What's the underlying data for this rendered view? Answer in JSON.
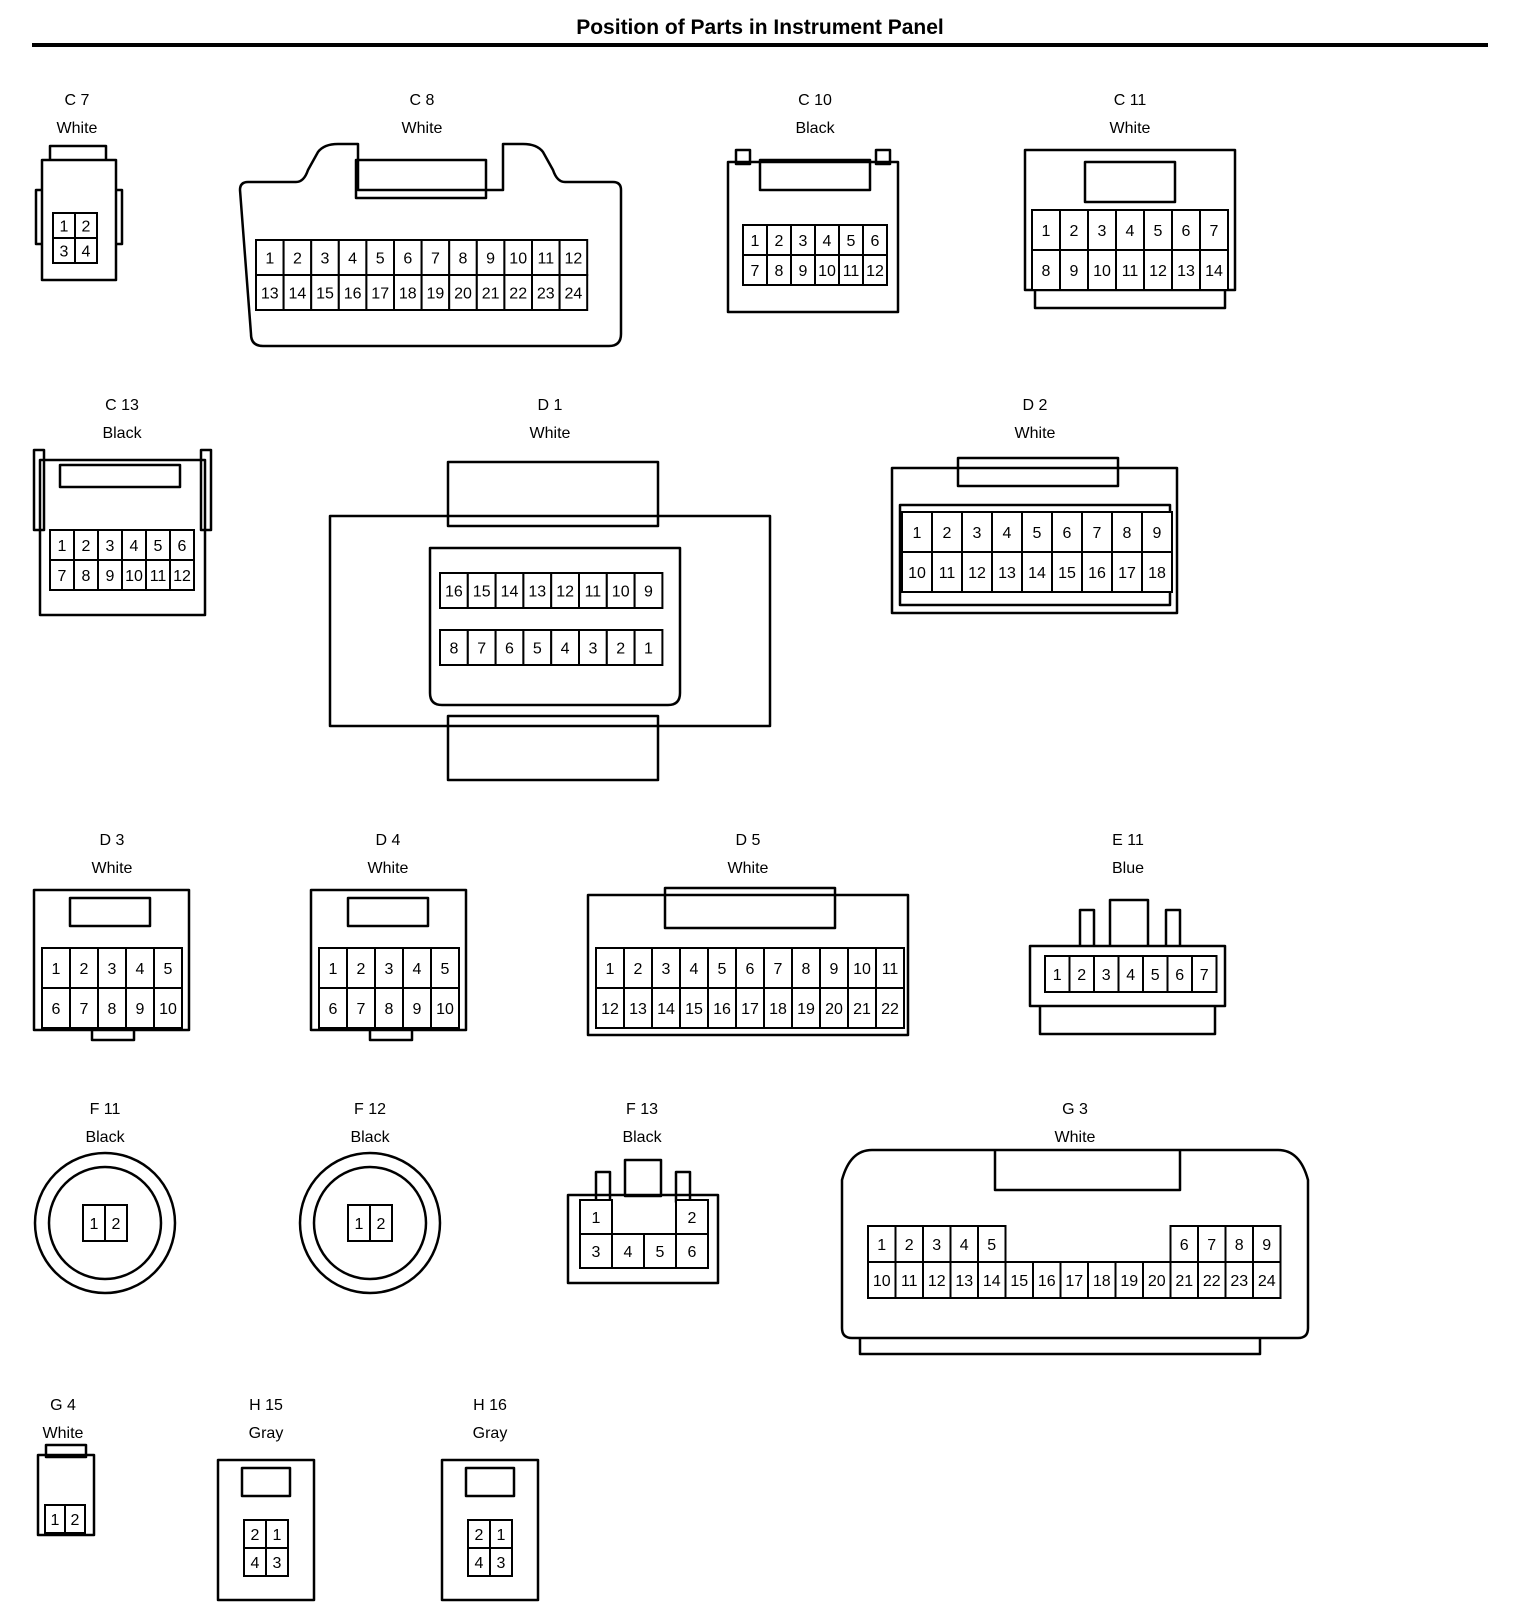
{
  "title": "Position of Parts in Instrument Panel",
  "connectors": [
    {
      "name": "C 7",
      "color": "White",
      "rows": [
        [
          "1",
          "2"
        ],
        [
          "3",
          "4"
        ]
      ]
    },
    {
      "name": "C 8",
      "color": "White",
      "rows": [
        [
          "1",
          "2",
          "3",
          "4",
          "5",
          "6",
          "7",
          "8",
          "9",
          "10",
          "11",
          "12"
        ],
        [
          "13",
          "14",
          "15",
          "16",
          "17",
          "18",
          "19",
          "20",
          "21",
          "22",
          "23",
          "24"
        ]
      ]
    },
    {
      "name": "C 10",
      "color": "Black",
      "rows": [
        [
          "1",
          "2",
          "3",
          "4",
          "5",
          "6"
        ],
        [
          "7",
          "8",
          "9",
          "10",
          "11",
          "12"
        ]
      ]
    },
    {
      "name": "C 11",
      "color": "White",
      "rows": [
        [
          "1",
          "2",
          "3",
          "4",
          "5",
          "6",
          "7"
        ],
        [
          "8",
          "9",
          "10",
          "11",
          "12",
          "13",
          "14"
        ]
      ]
    },
    {
      "name": "C 13",
      "color": "Black",
      "rows": [
        [
          "1",
          "2",
          "3",
          "4",
          "5",
          "6"
        ],
        [
          "7",
          "8",
          "9",
          "10",
          "11",
          "12"
        ]
      ]
    },
    {
      "name": "D 1",
      "color": "White",
      "rows": [
        [
          "16",
          "15",
          "14",
          "13",
          "12",
          "11",
          "10",
          "9"
        ],
        [
          "8",
          "7",
          "6",
          "5",
          "4",
          "3",
          "2",
          "1"
        ]
      ]
    },
    {
      "name": "D 2",
      "color": "White",
      "rows": [
        [
          "1",
          "2",
          "3",
          "4",
          "5",
          "6",
          "7",
          "8",
          "9"
        ],
        [
          "10",
          "11",
          "12",
          "13",
          "14",
          "15",
          "16",
          "17",
          "18"
        ]
      ]
    },
    {
      "name": "D 3",
      "color": "White",
      "rows": [
        [
          "1",
          "2",
          "3",
          "4",
          "5"
        ],
        [
          "6",
          "7",
          "8",
          "9",
          "10"
        ]
      ]
    },
    {
      "name": "D 4",
      "color": "White",
      "rows": [
        [
          "1",
          "2",
          "3",
          "4",
          "5"
        ],
        [
          "6",
          "7",
          "8",
          "9",
          "10"
        ]
      ]
    },
    {
      "name": "D 5",
      "color": "White",
      "rows": [
        [
          "1",
          "2",
          "3",
          "4",
          "5",
          "6",
          "7",
          "8",
          "9",
          "10",
          "11"
        ],
        [
          "12",
          "13",
          "14",
          "15",
          "16",
          "17",
          "18",
          "19",
          "20",
          "21",
          "22"
        ]
      ]
    },
    {
      "name": "E 11",
      "color": "Blue",
      "rows": [
        [
          "1",
          "2",
          "3",
          "4",
          "5",
          "6",
          "7"
        ]
      ]
    },
    {
      "name": "F 11",
      "color": "Black",
      "rows": [
        [
          "1",
          "2"
        ]
      ]
    },
    {
      "name": "F 12",
      "color": "Black",
      "rows": [
        [
          "1",
          "2"
        ]
      ]
    },
    {
      "name": "F 13",
      "color": "Black",
      "rows": [
        [
          "1",
          "",
          "",
          "2"
        ],
        [
          "3",
          "4",
          "5",
          "6"
        ]
      ]
    },
    {
      "name": "G 3",
      "color": "White",
      "rows": [
        [
          "1",
          "2",
          "3",
          "4",
          "5",
          "",
          "",
          "",
          "",
          "",
          "",
          "6",
          "7",
          "8",
          "9"
        ],
        [
          "10",
          "11",
          "12",
          "13",
          "14",
          "15",
          "16",
          "17",
          "18",
          "19",
          "20",
          "21",
          "22",
          "23",
          "24"
        ]
      ]
    },
    {
      "name": "G 4",
      "color": "White",
      "rows": [
        [
          "1",
          "2"
        ]
      ]
    },
    {
      "name": "H 15",
      "color": "Gray",
      "rows": [
        [
          "2",
          "1"
        ],
        [
          "4",
          "3"
        ]
      ]
    },
    {
      "name": "H 16",
      "color": "Gray",
      "rows": [
        [
          "2",
          "1"
        ],
        [
          "4",
          "3"
        ]
      ]
    }
  ]
}
